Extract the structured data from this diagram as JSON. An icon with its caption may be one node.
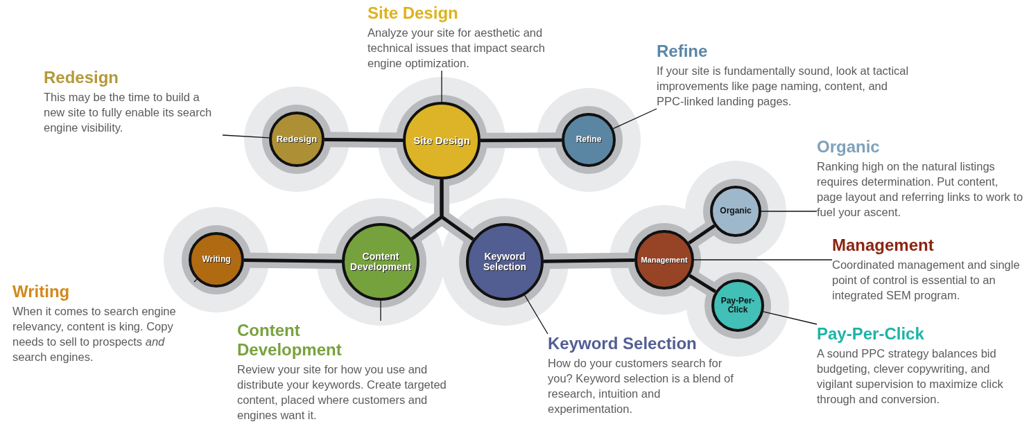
{
  "diagram": {
    "nodes": [
      {
        "text": [
          "Redesign"
        ]
      },
      {
        "text": [
          "Site Design"
        ]
      },
      {
        "text": [
          "Refine"
        ]
      },
      {
        "text": [
          "Writing"
        ]
      },
      {
        "text": [
          "Content Development"
        ]
      },
      {
        "text": [
          "Keyword Selection"
        ]
      },
      {
        "text": [
          "Management"
        ]
      },
      {
        "text": [
          "Organic"
        ]
      },
      {
        "text": [
          "Pay-Per-Click"
        ]
      },
      {
        "text": [
          "Redesign",
          "This may be the time to build a new site to fully enable its search engine visibility."
        ]
      },
      {
        "text": [
          "Site Design",
          "Analyze your site for aesthetic and technical issues that impact search engine optimization."
        ]
      },
      {
        "text": [
          "Refine",
          "If your site is fundamentally sound, look at tactical improvements like page naming, content, and PPC-linked landing pages."
        ]
      },
      {
        "text": [
          "Writing",
          "When it comes to search engine relevancy, content is king. Copy needs to sell to prospects *and* search engines."
        ]
      },
      {
        "text": [
          "Content Development",
          "Review your site for how you use and distribute your keywords. Create targeted content, placed where customers and engines want it."
        ]
      },
      {
        "text": [
          "Keyword Selection",
          "How do your customers search for you? Keyword selection is a blend of research, intuition and experimentation."
        ]
      },
      {
        "text": [
          "Management",
          "Coordinated management and single point of control is essential to an integrated SEM program."
        ]
      },
      {
        "text": [
          "Organic",
          "Ranking high on the natural listings requires determination. Put content, page layout and referring links to work to fuel your ascent."
        ]
      },
      {
        "text": [
          "Pay-Per-Click",
          "A sound PPC strategy balances bid budgeting, clever copywriting, and vigilant supervision to maximize click through and conversion."
        ]
      }
    ],
    "edges": [
      {
        "from": 0,
        "to": 1,
        "arrow": "none",
        "style": "thick"
      },
      {
        "from": 1,
        "to": 2,
        "arrow": "none",
        "style": "thick"
      },
      {
        "from": 1,
        "to": 4,
        "arrow": "none",
        "style": "thick"
      },
      {
        "from": 1,
        "to": 5,
        "arrow": "none",
        "style": "thick"
      },
      {
        "from": 3,
        "to": 4,
        "arrow": "none",
        "style": "thick"
      },
      {
        "from": 5,
        "to": 6,
        "arrow": "none",
        "style": "thick"
      },
      {
        "from": 6,
        "to": 7,
        "arrow": "none",
        "style": "thick"
      },
      {
        "from": 6,
        "to": 8,
        "arrow": "none",
        "style": "thick"
      },
      {
        "from": 9,
        "to": 0,
        "arrow": "none"
      },
      {
        "from": 10,
        "to": 1,
        "arrow": "none"
      },
      {
        "from": 11,
        "to": 2,
        "arrow": "none"
      },
      {
        "from": 12,
        "to": 3,
        "arrow": "none"
      },
      {
        "from": 13,
        "to": 4,
        "arrow": "none"
      },
      {
        "from": 14,
        "to": 5,
        "arrow": "none"
      },
      {
        "from": 15,
        "to": 6,
        "arrow": "none"
      },
      {
        "from": 16,
        "to": 7,
        "arrow": "none"
      },
      {
        "from": 17,
        "to": 8,
        "arrow": "none"
      }
    ]
  }
}
